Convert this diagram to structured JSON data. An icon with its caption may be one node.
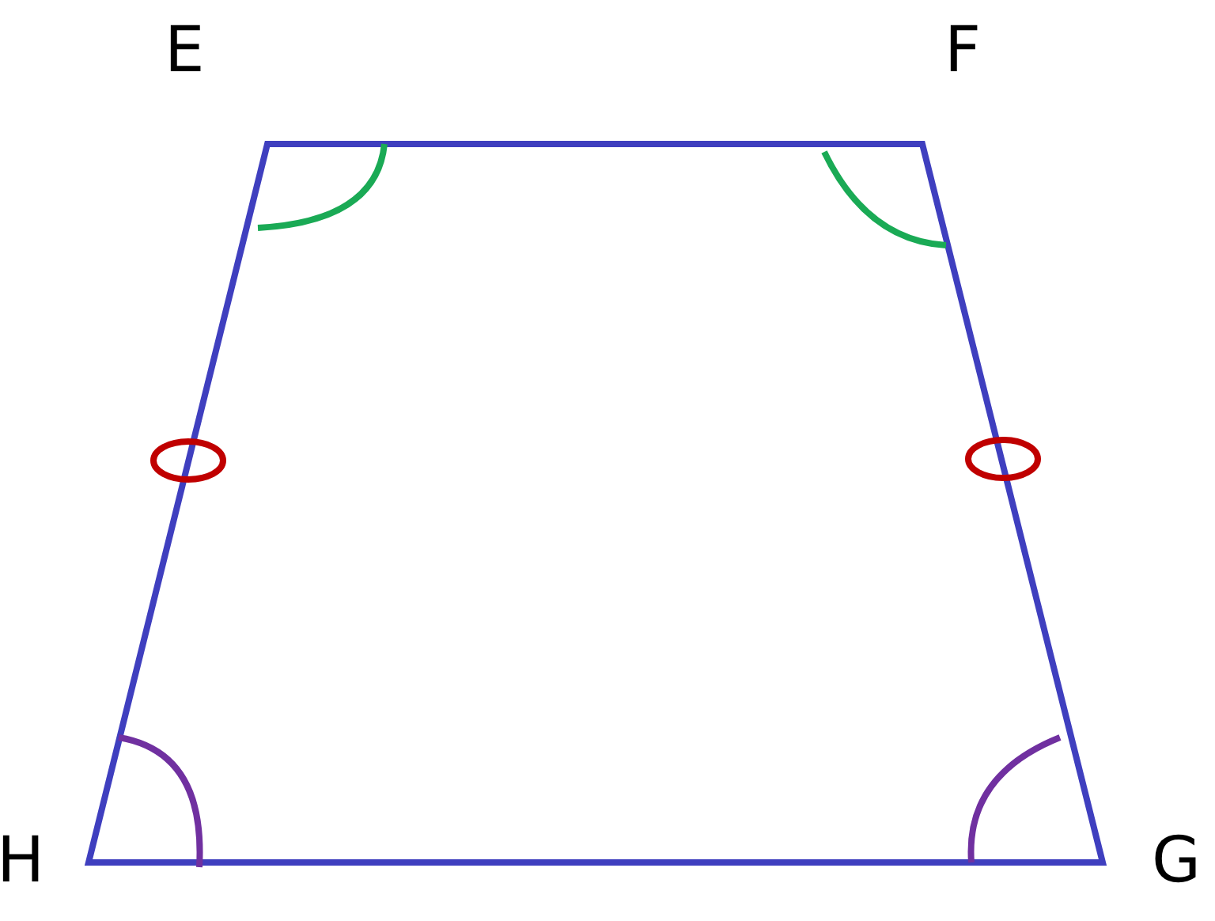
{
  "diagram": {
    "labels": [
      "E",
      "F",
      "H",
      "G"
    ]
  }
}
